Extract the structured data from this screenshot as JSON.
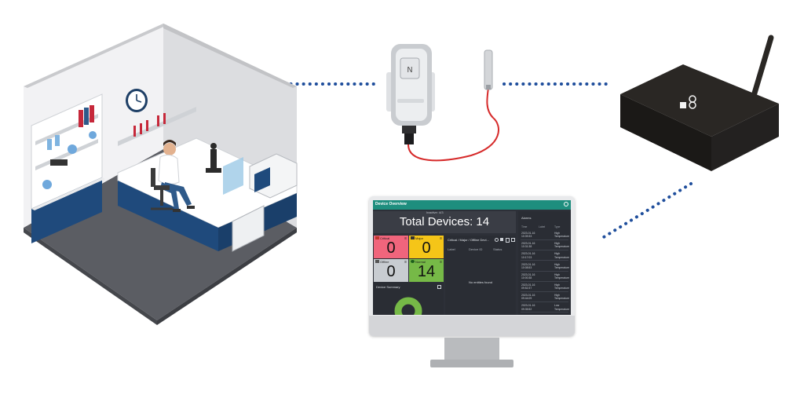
{
  "dashboard": {
    "title": "Device Overview",
    "hidden_label": "Inactive: 4/3",
    "total_devices": "Total Devices: 14",
    "tiles": [
      {
        "label": "Critical",
        "value": "0",
        "color": "#f0657c"
      },
      {
        "label": "Major",
        "value": "0",
        "color": "#f5c518"
      },
      {
        "label": "Offline",
        "value": "0",
        "color": "#c8ccd1"
      },
      {
        "label": "Normal",
        "value": "14",
        "color": "#76b947"
      }
    ],
    "filter": "Critical / Major / Offline Devi...",
    "columns": [
      "Label",
      "Device ID",
      "Status"
    ],
    "empty": "No entities found",
    "summary_title": "Device Summary",
    "alarms": {
      "title": "Alarms",
      "headers": [
        "Time",
        "Label",
        "Type"
      ],
      "rows": [
        {
          "date": "2023-01-16",
          "time": "10:39:33",
          "type1": "High",
          "type2": "Temperature"
        },
        {
          "date": "2023-01-16",
          "time": "10:31:38",
          "type1": "High",
          "type2": "Temperature"
        },
        {
          "date": "2023-01-16",
          "time": "10:17:03",
          "type1": "High",
          "type2": "Temperature"
        },
        {
          "date": "2023-01-16",
          "time": "10:08:53",
          "type1": "High",
          "type2": "Temperature"
        },
        {
          "date": "2023-01-16",
          "time": "10:00:38",
          "type1": "High",
          "type2": "Temperature"
        },
        {
          "date": "2023-01-16",
          "time": "09:52:37",
          "type1": "High",
          "type2": "Temperature"
        },
        {
          "date": "2023-01-16",
          "time": "09:44:09",
          "type1": "High",
          "type2": "Temperature"
        },
        {
          "date": "2023-01-16",
          "time": "09:35:52",
          "type1": "Low",
          "type2": "Temperature"
        }
      ]
    }
  },
  "colors": {
    "connector": "#1f4e9c",
    "teal": "#1e8e7e",
    "cable": "#d62a2a",
    "gateway": "#2a2724",
    "donut": "#76b947"
  },
  "icons": [
    "lab-illustration",
    "sensor-device",
    "probe-icon",
    "gateway-router",
    "clock-icon",
    "monitor"
  ]
}
